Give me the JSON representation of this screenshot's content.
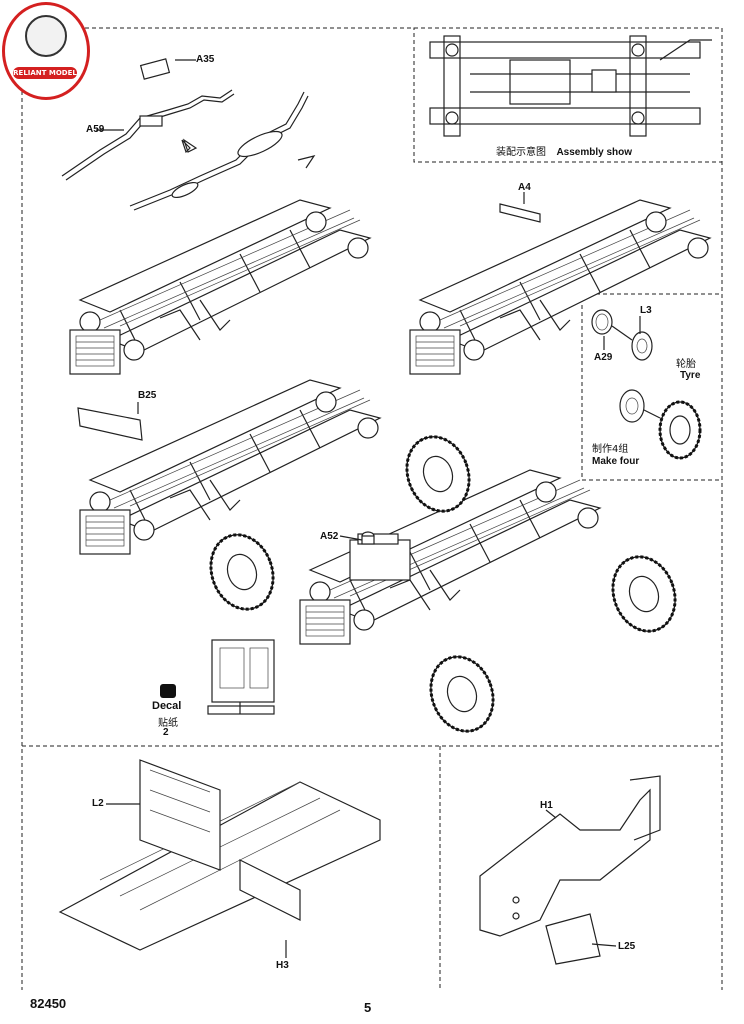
{
  "logo": {
    "text": "RELIANT MODEL"
  },
  "assembly_show": {
    "cn": "装配示意图",
    "en": "Assembly show"
  },
  "parts": {
    "A35": "A35",
    "A59": "A59",
    "A4": "A4",
    "L3": "L3",
    "A29": "A29",
    "B25": "B25",
    "A52": "A52",
    "L2": "L2",
    "H3": "H3",
    "H1": "H1",
    "L25": "L25"
  },
  "tyre_box": {
    "cn": "轮胎",
    "en": "Tyre",
    "make_cn": "制作4组",
    "make_en": "Make four"
  },
  "decal": {
    "label": "Decal",
    "cn": "贴纸",
    "number": "2"
  },
  "footer": {
    "kit_number": "82450",
    "page_number": "5"
  }
}
